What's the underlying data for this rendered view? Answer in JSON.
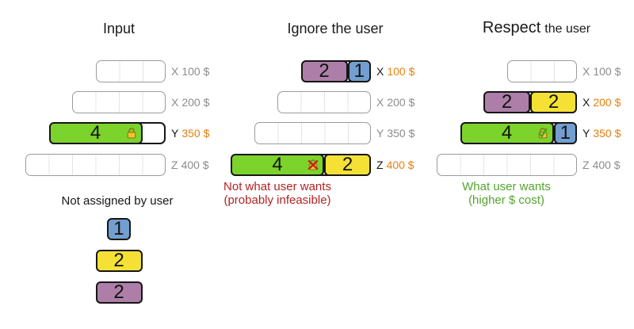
{
  "columns": {
    "input": {
      "title": "Input",
      "rows": [
        {
          "name": "X",
          "price": "100 $",
          "highlighted": false
        },
        {
          "name": "X",
          "price": "200 $",
          "highlighted": false
        },
        {
          "name": "Y",
          "price": "350 $",
          "highlighted": true
        },
        {
          "name": "Z",
          "price": "400 $",
          "highlighted": false
        }
      ],
      "row_y_block": {
        "value": "4",
        "icon": "lock-icon"
      },
      "caption": "Not assigned by user",
      "unassigned": [
        {
          "value": "1",
          "color": "blue"
        },
        {
          "value": "2",
          "color": "yellow"
        },
        {
          "value": "2",
          "color": "purple"
        }
      ]
    },
    "ignore": {
      "title": "Ignore the user",
      "rows": [
        {
          "name": "X",
          "price": "100 $",
          "highlighted": true
        },
        {
          "name": "X",
          "price": "200 $",
          "highlighted": false
        },
        {
          "name": "Y",
          "price": "350 $",
          "highlighted": false
        },
        {
          "name": "Z",
          "price": "400 $",
          "highlighted": true
        }
      ],
      "row_x100_blocks": [
        {
          "value": "2",
          "color": "purple"
        },
        {
          "value": "1",
          "color": "blue"
        }
      ],
      "row_z_blocks": [
        {
          "value": "4",
          "color": "green",
          "icon": "lock-crossed-icon"
        },
        {
          "value": "2",
          "color": "yellow"
        }
      ],
      "caption": {
        "line1": "Not what user wants",
        "line2": "(probably infeasible)"
      }
    },
    "respect": {
      "title_big": "Respect",
      "title_small": "the user",
      "rows": [
        {
          "name": "X",
          "price": "100 $",
          "highlighted": false
        },
        {
          "name": "X",
          "price": "200 $",
          "highlighted": true
        },
        {
          "name": "Y",
          "price": "350 $",
          "highlighted": true
        },
        {
          "name": "Z",
          "price": "400 $",
          "highlighted": false
        }
      ],
      "row_x200_blocks": [
        {
          "value": "2",
          "color": "purple"
        },
        {
          "value": "2",
          "color": "yellow"
        }
      ],
      "row_y_blocks": [
        {
          "value": "4",
          "color": "green",
          "icon": "lock-check-icon"
        },
        {
          "value": "1",
          "color": "blue"
        }
      ],
      "caption": {
        "line1": "What user wants",
        "line2": "(higher $ cost)"
      }
    }
  },
  "icons": {
    "lock": "lock-icon",
    "lock_crossed": "lock-crossed-icon",
    "lock_check": "lock-check-icon"
  },
  "colors": {
    "block_green": "#7CD32B",
    "block_blue": "#729FCF",
    "block_yellow": "#F5E136",
    "block_purple": "#AD7FA8",
    "price_highlight": "#E87E0E",
    "caption_red": "#B22222",
    "caption_green": "#52A62B",
    "label_gray": "#8C8C8C",
    "lock_gold": "#EFC52F"
  }
}
